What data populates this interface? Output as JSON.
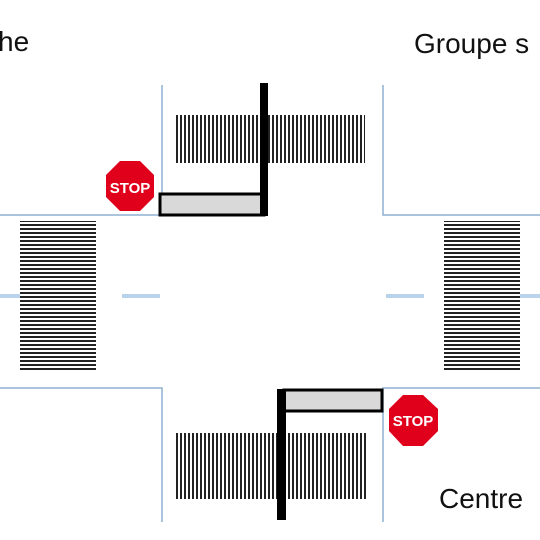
{
  "labels": {
    "top_left": "he",
    "top_right": "Groupe s",
    "bottom_right": "Centre"
  },
  "stop_signs": [
    {
      "text": "STOP"
    },
    {
      "text": "STOP"
    }
  ],
  "colors": {
    "curb": "#8fb0d2",
    "center_dash": "#b9d3ec",
    "crosswalk": "#222222",
    "barrier": "#000000",
    "gate_fill": "#d9d9d9",
    "stop_red": "#e0001b",
    "stop_text": "#ffffff"
  }
}
